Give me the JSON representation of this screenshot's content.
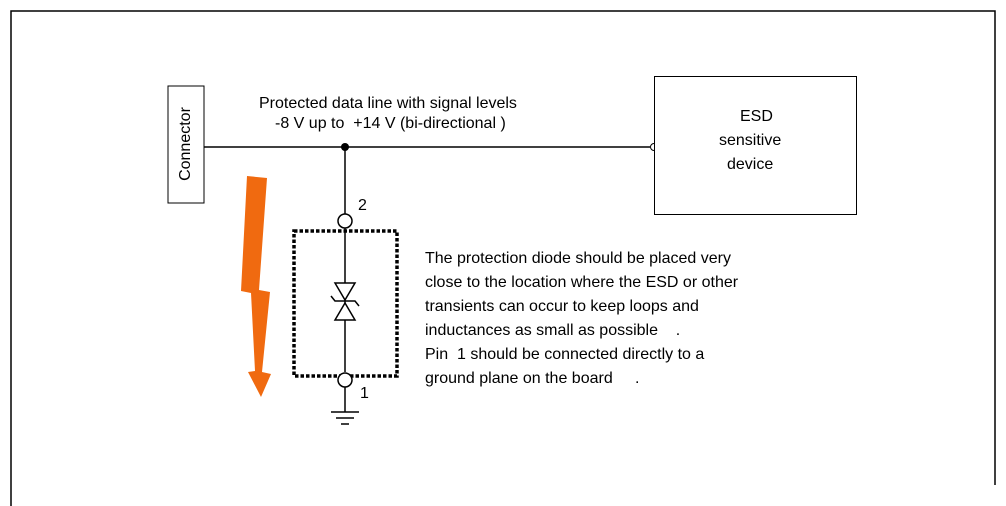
{
  "connector": {
    "label": "Connector"
  },
  "line_label": {
    "line1": "Protected data line with signal levels",
    "line2": "-8 V up to  +14 V (bi-directional )"
  },
  "device": {
    "line1": "ESD",
    "line2": "sensitive",
    "line3": "device"
  },
  "pins": {
    "top": "2",
    "bottom": "1"
  },
  "note": {
    "line1": "The protection diode should be placed very",
    "line2": "close to the location where the ESD or other",
    "line3": "transients can occur to keep loops and",
    "line4": "inductances as small as possible    .",
    "line5": "Pin  1 should be connected directly to a",
    "line6": "ground plane on the board     ."
  },
  "colors": {
    "arrow": "#f06a10",
    "line": "#000000"
  }
}
